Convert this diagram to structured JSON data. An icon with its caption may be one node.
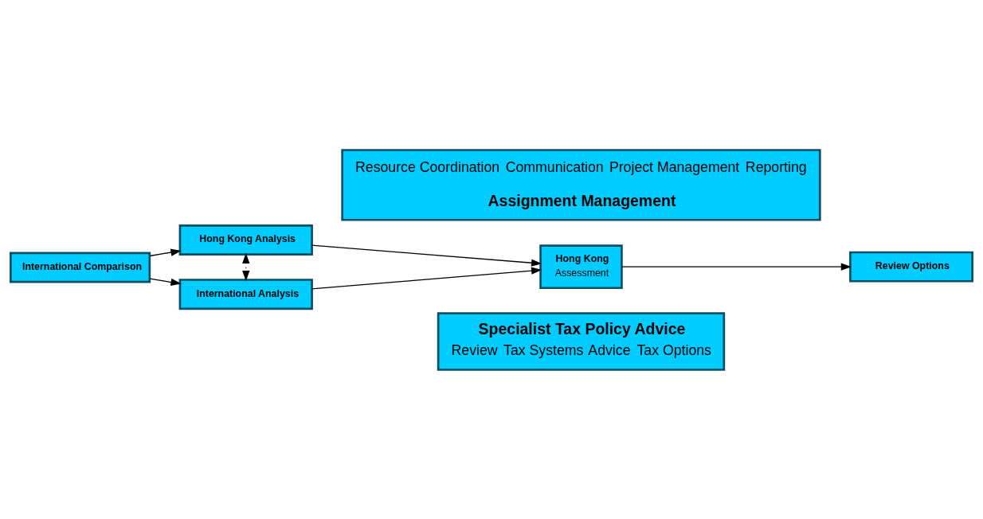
{
  "diagram": {
    "nodes": [
      {
        "text": [
          "Specialist Tax Policy Advice",
          "Review",
          "Tax Systems",
          "Advice",
          "Tax Options"
        ]
      },
      {
        "text": [
          "International Comparison"
        ]
      },
      {
        "text": [
          "Hong Kong Analysis"
        ]
      },
      {
        "text": [
          "International Analysis"
        ]
      },
      {
        "text": [
          "Hong Kong",
          "Assessment"
        ]
      },
      {
        "text": [
          "Review Options"
        ]
      },
      {
        "text": [
          "Resource Coordination",
          "Communication",
          "Project Management",
          "Reporting",
          "Assignment Management"
        ]
      }
    ],
    "edges": [
      {
        "from": 1,
        "to": 2,
        "arrow": "to"
      },
      {
        "from": 1,
        "to": 3,
        "arrow": "to"
      },
      {
        "from": 2,
        "to": 3,
        "arrow": "both",
        "style": "dashed"
      },
      {
        "from": 2,
        "to": 4,
        "arrow": "to"
      },
      {
        "from": 3,
        "to": 4,
        "arrow": "to"
      },
      {
        "from": 4,
        "to": 5,
        "arrow": "to"
      }
    ]
  }
}
